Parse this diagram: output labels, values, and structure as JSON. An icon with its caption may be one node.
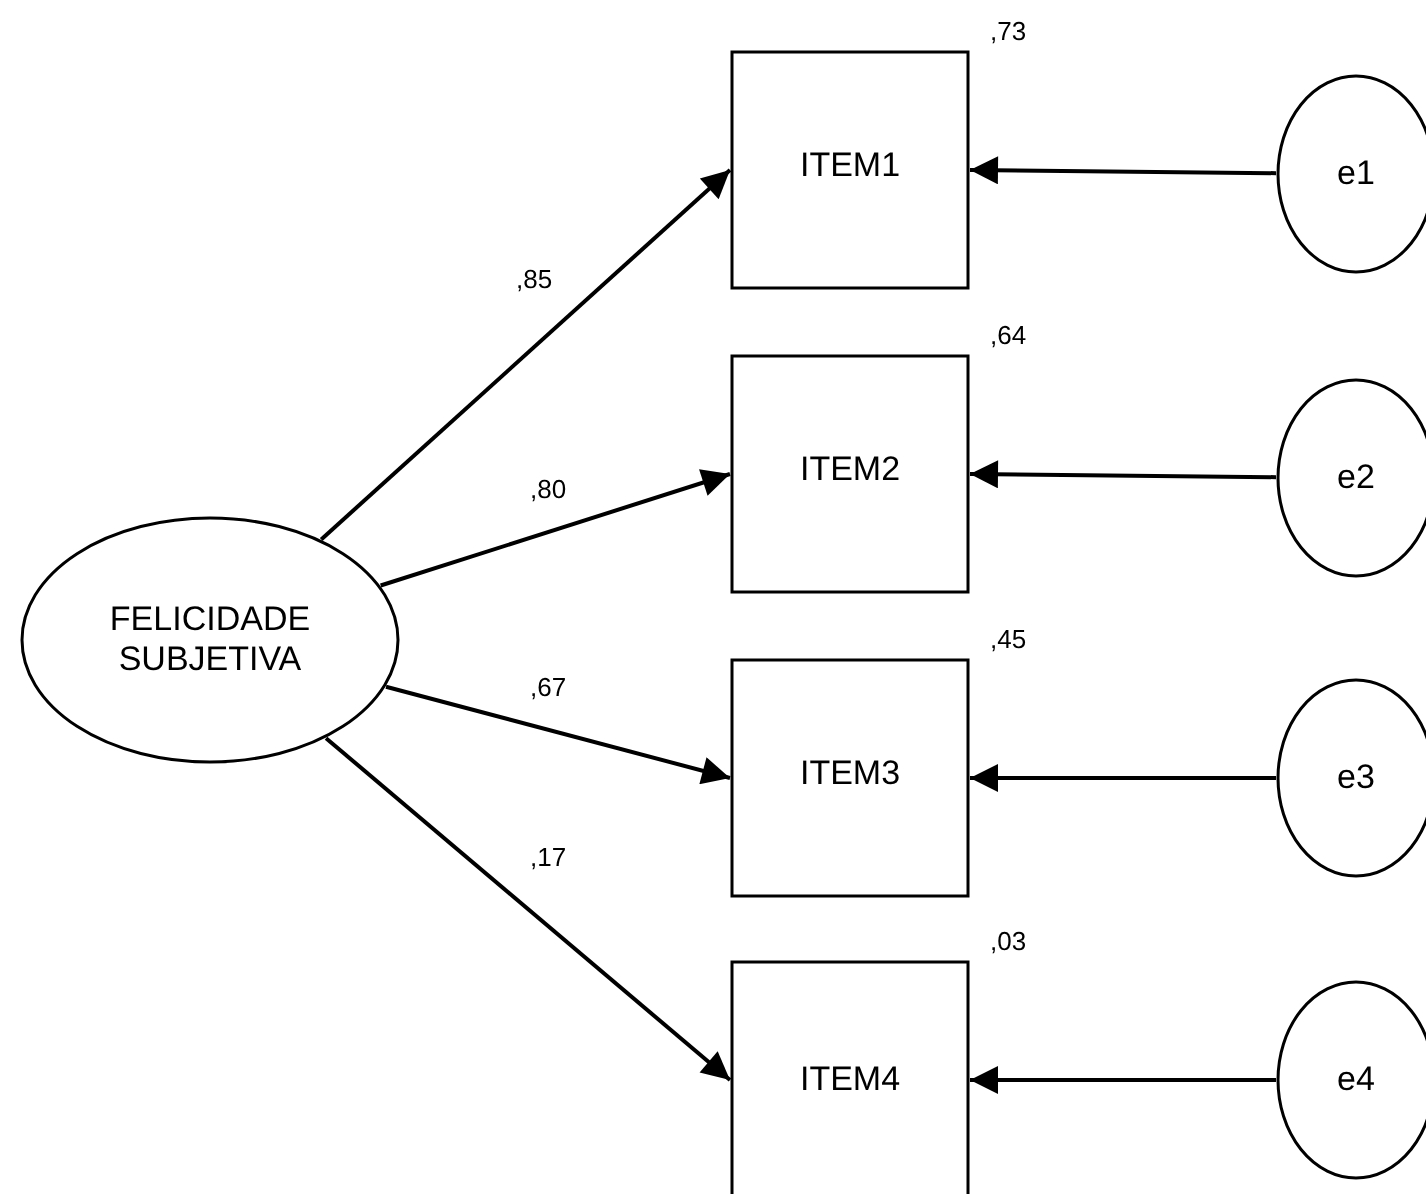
{
  "diagram": {
    "nodes": [
      {
        "text": [
          "FELICIDADE SUBJETIVA"
        ]
      },
      {
        "text": [
          "ITEM1"
        ],
        "beside": [
          ",73"
        ]
      },
      {
        "text": [
          "ITEM2"
        ],
        "beside": [
          ",64"
        ]
      },
      {
        "text": [
          "ITEM3"
        ],
        "beside": [
          ",45"
        ]
      },
      {
        "text": [
          "ITEM4"
        ],
        "beside": [
          ",03"
        ]
      },
      {
        "text": [
          "e1"
        ]
      },
      {
        "text": [
          "e2"
        ]
      },
      {
        "text": [
          "e3"
        ]
      },
      {
        "text": [
          "e4"
        ]
      }
    ],
    "edges": [
      {
        "from": 0,
        "to": 1,
        "arrow": "to",
        "label": ",85"
      },
      {
        "from": 0,
        "to": 2,
        "arrow": "to",
        "label": ",80"
      },
      {
        "from": 0,
        "to": 3,
        "arrow": "to",
        "label": ",67"
      },
      {
        "from": 0,
        "to": 4,
        "arrow": "to",
        "label": ",17"
      },
      {
        "from": 5,
        "to": 1,
        "arrow": "to"
      },
      {
        "from": 6,
        "to": 2,
        "arrow": "to"
      },
      {
        "from": 7,
        "to": 3,
        "arrow": "to"
      },
      {
        "from": 8,
        "to": 4,
        "arrow": "to"
      }
    ]
  }
}
